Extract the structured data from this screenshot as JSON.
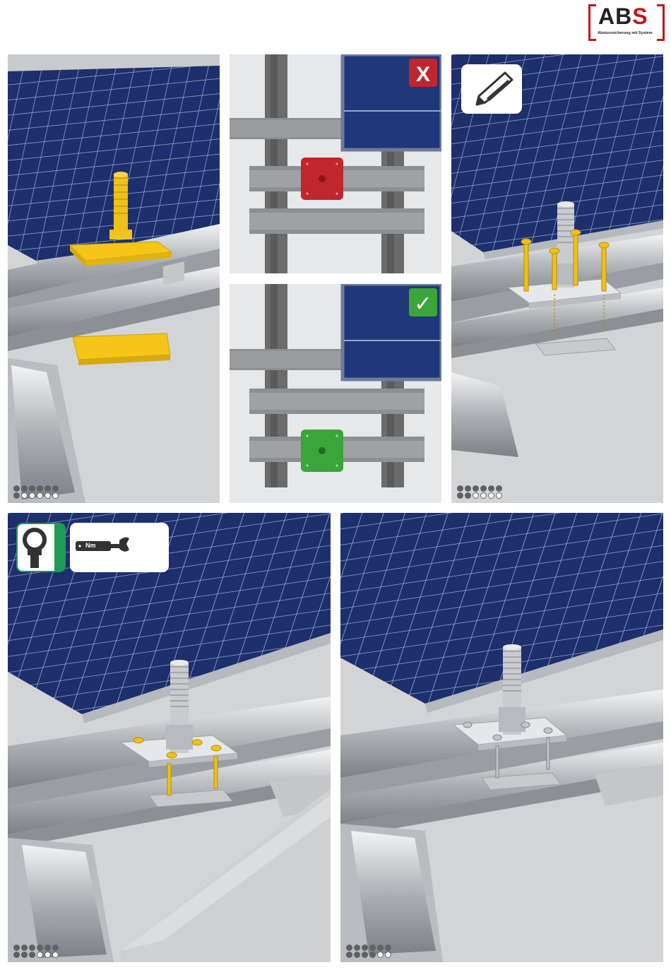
{
  "logo": {
    "text_a": "AB",
    "text_s": "S",
    "tagline": "Absturzsicherung mit System"
  },
  "steps": {
    "total": 6,
    "panel1_step": 1,
    "panel4_step": 2,
    "panel5_step": 3,
    "panel6_step": 4
  },
  "markers": {
    "wrong": "X",
    "correct": "✓"
  },
  "torque": {
    "label": "Nm"
  },
  "icons": {
    "pencil": "pencil-icon",
    "eyebolt": "eye-bolt-icon",
    "torque": "torque-wrench-icon"
  },
  "colors": {
    "brand_red": "#c4161c",
    "wrong_red": "#c0262e",
    "correct_green": "#3aa53a",
    "part_yellow": "#f5c518",
    "panel_blue": "#1c2f6b",
    "icon_green": "#1f9a57"
  }
}
